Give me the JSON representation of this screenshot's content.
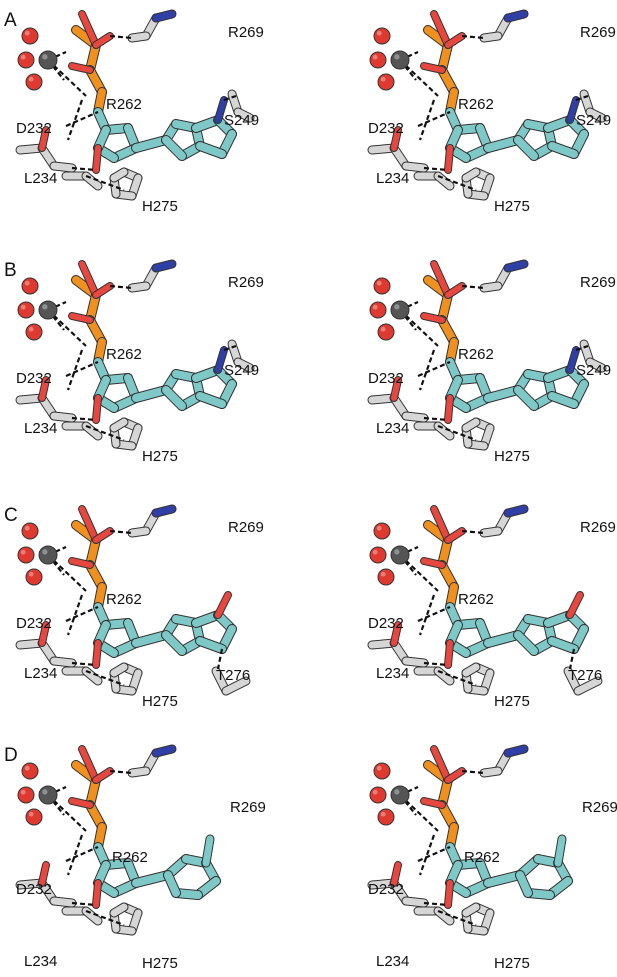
{
  "panels": [
    {
      "letter": "A",
      "ligand": "adenine",
      "residues": [
        "R269",
        "R262",
        "D232",
        "S249",
        "L234",
        "H275"
      ]
    },
    {
      "letter": "B",
      "ligand": "adenine",
      "residues": [
        "R269",
        "R262",
        "D232",
        "S249",
        "L234",
        "H275"
      ]
    },
    {
      "letter": "C",
      "ligand": "guanine",
      "residues": [
        "R269",
        "R262",
        "D232",
        "T276",
        "L234",
        "H275"
      ]
    },
    {
      "letter": "D",
      "ligand": "pyrimidine",
      "residues": [
        "R269",
        "R262",
        "D232",
        "L234",
        "H275"
      ]
    }
  ],
  "colors": {
    "ligand_carbon": "#7ec8c8",
    "protein_carbon": "#d6d6d6",
    "oxygen": "#e8473f",
    "nitrogen": "#2f3fa6",
    "phosphorus": "#f0901e",
    "metal": "#555555",
    "water": "#e03a30",
    "hbond": "#111111"
  }
}
